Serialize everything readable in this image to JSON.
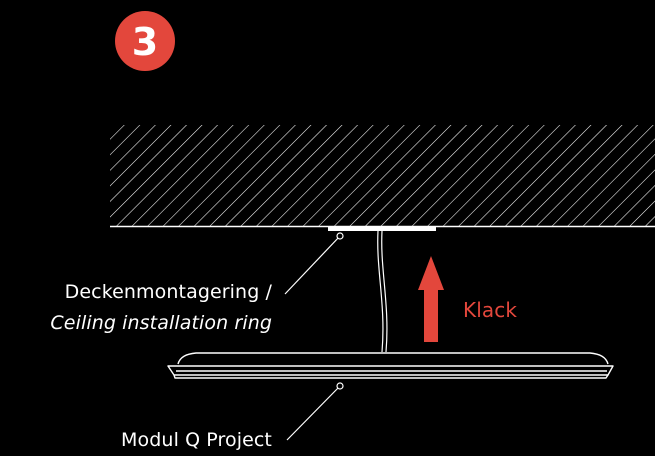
{
  "step": {
    "number": "3",
    "badge_color": "#e3473c"
  },
  "labels": {
    "ring_de": "Deckenmontagering /",
    "ring_en": "Ceiling installation ring",
    "module": "Modul Q Project",
    "action": "Klack"
  },
  "colors": {
    "background": "#000000",
    "line": "#ffffff",
    "accent": "#e3473c"
  },
  "icons": {
    "direction": "arrow-up-icon"
  }
}
